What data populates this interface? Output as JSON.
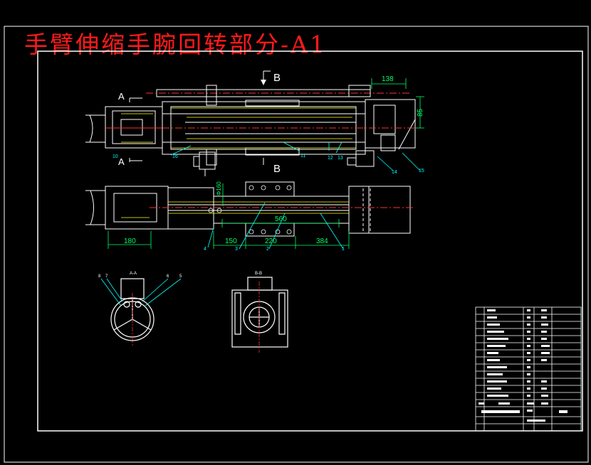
{
  "drawing": {
    "title": "手臂伸缩手腕回转部分-A1",
    "section_labels": {
      "a_top": "A",
      "a_bottom": "A",
      "b_top": "B",
      "b_bottom": "B",
      "view_aa": "A-A",
      "view_bb": "B-B"
    },
    "dimensions": {
      "d138": "138",
      "d85": "85",
      "d560": "560",
      "d180": "180",
      "d150": "150",
      "d220": "220",
      "d384": "384",
      "d_phi": "Φ160"
    },
    "balloons": {
      "b1": "1",
      "b2": "2",
      "b3": "3",
      "b4": "4",
      "b5": "5",
      "b6": "6",
      "b7": "7",
      "b8": "8",
      "b10": "10",
      "b11": "11",
      "b12": "12",
      "b13": "13",
      "b14": "14",
      "b15": "15",
      "b16": "16"
    }
  },
  "colors": {
    "background": "#000000",
    "outline": "#ffffff",
    "centerline": "#ff3030",
    "dimension": "#00ff66",
    "leader": "#00ffff",
    "part": "#ffff00",
    "title": "#ff1a1a"
  }
}
